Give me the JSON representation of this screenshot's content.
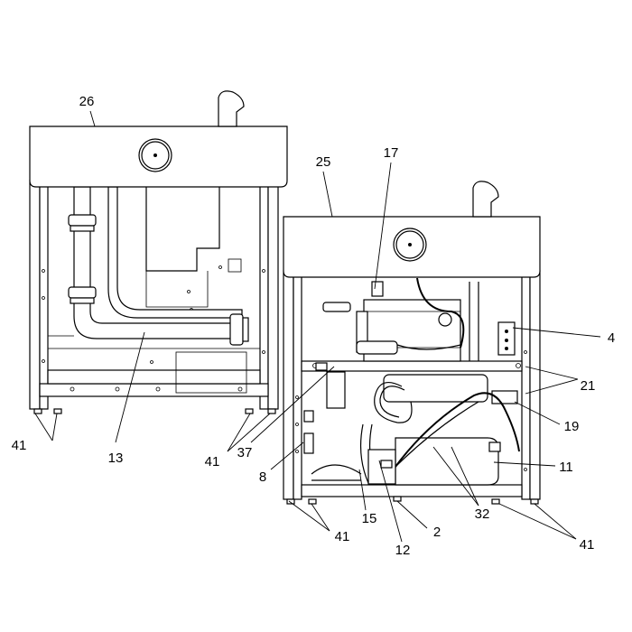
{
  "callouts": {
    "c26": "26",
    "c25": "25",
    "c17": "17",
    "c4": "4",
    "c21": "21",
    "c19": "19",
    "c11": "11",
    "c32": "32",
    "c41_left": "41",
    "c13": "13",
    "c41_mid": "41",
    "c37": "37",
    "c8": "8",
    "c15": "15",
    "c41_bottom": "41",
    "c12": "12",
    "c2": "2",
    "c41_right": "41"
  }
}
